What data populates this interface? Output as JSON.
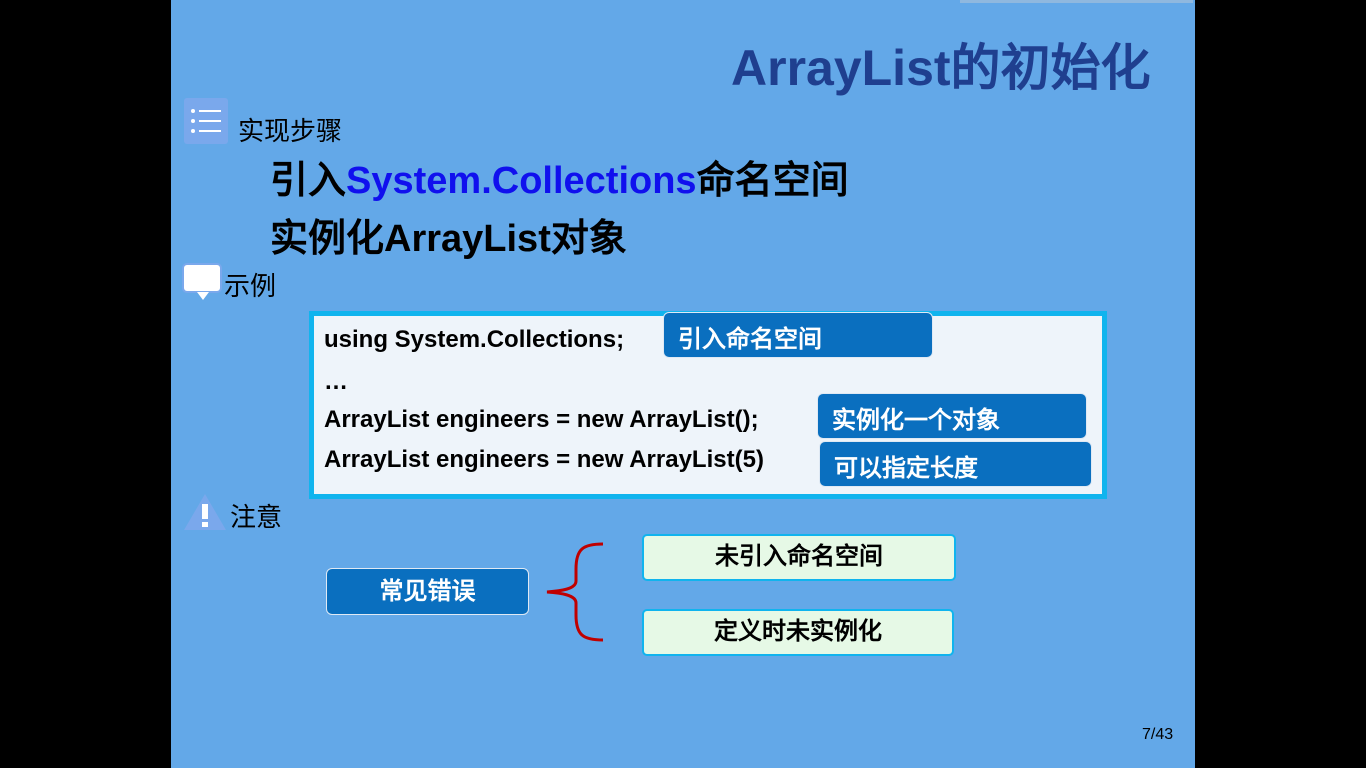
{
  "slide": {
    "title": "ArrayList的初始化",
    "page_number": "7/43"
  },
  "steps": {
    "heading": "实现步骤",
    "step1_prefix": "引入",
    "step1_namespace": "System.Collections",
    "step1_suffix": "命名空间",
    "step2": "实例化ArrayList对象"
  },
  "example": {
    "heading": "示例",
    "code_lines": [
      "using System.Collections;",
      "…",
      "ArrayList  engineers = new ArrayList();",
      "ArrayList  engineers = new ArrayList(5)"
    ],
    "callouts": [
      "引入命名空间",
      "实例化一个对象",
      "可以指定长度"
    ]
  },
  "note": {
    "heading": "注意",
    "main_label": "常见错误",
    "items": [
      "未引入命名空间",
      "定义时未实例化"
    ]
  },
  "icons": {
    "steps": "list-icon",
    "example": "speech-bubble-icon",
    "note": "warning-icon"
  },
  "colors": {
    "background": "#63a8e8",
    "title": "#1f3f8f",
    "namespace_text": "#1010ee",
    "callout": "#0a6fbf",
    "code_border": "#10b4ee",
    "bracket": "#c00000"
  }
}
